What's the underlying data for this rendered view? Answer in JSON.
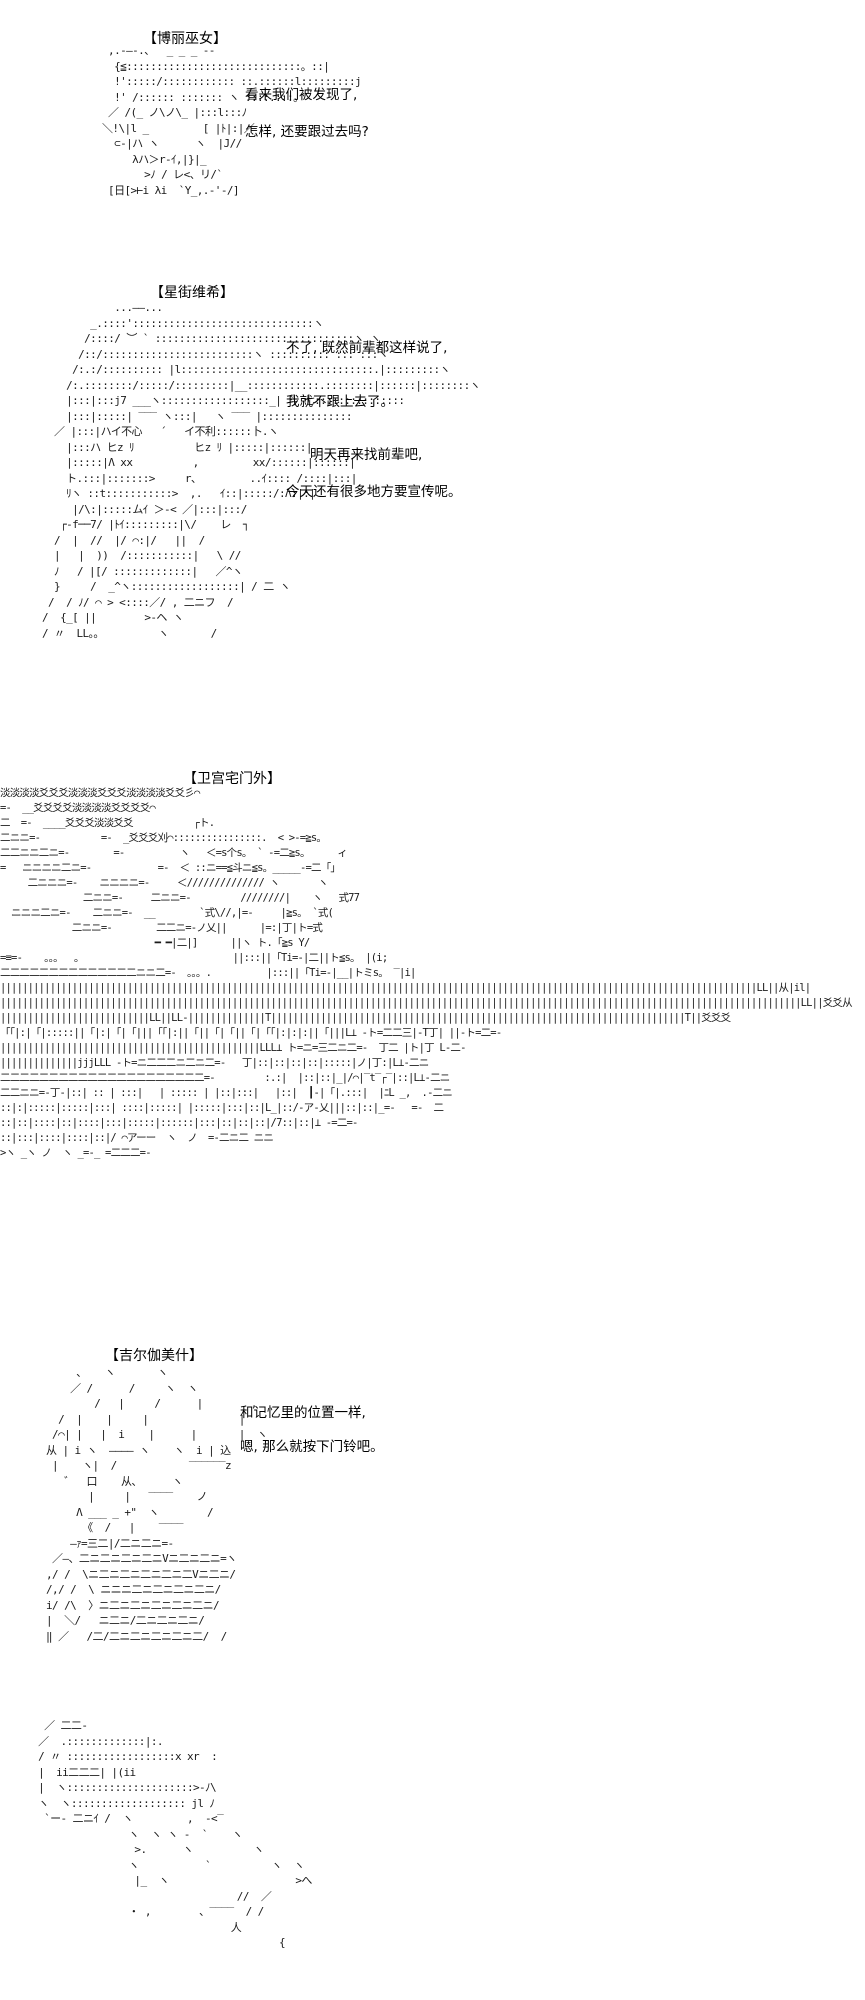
{
  "scene1": {
    "speaker": "【博丽巫女】",
    "lines": [
      "看来我们被发现了,",
      "怎样, 还要跟过去吗?"
    ],
    "art": "  ,.-—-.、  _ _ _ --\n   {≦:::::::::::::::::::::::::::::。::|\n   !':::::/:::::::::::: ::.::::::l:::::::::j\n   !' /:::::: ::::::: ヽ ::::.:::。 \n  ／ /(_ ノ\\ノ\\_ |:::l:::ﾉ\n ＼!\\|l _         [ |ﾄ|:|／\n   ⊂-|ハ ヽ      ヽ  |J//\n      λハ＞r-ｲ,|}|_\n        >ﾉ / レ<、リ/`\n  [日[>⊢i λi  `Y_,.-'-/]"
  },
  "scene2": {
    "speaker": "【星街维希】",
    "lines": [
      "不了, 既然前辈都这样说了,",
      "我就不跟上去了。",
      "明天再来找前辈吧,",
      "今天还有很多地方要宣传呢。"
    ],
    "art": "            ...——...\n        _.::::'::::::::::::::::::::::::::::::ヽ\n       /::::/ ︶ ` :::::::::::::::::::::::::::::::::ヽ ヽ\n      /::/:::::::::::::::::::::::::ヽ :::::::::: ::: :::ヽ\n     /:.:/:::::::::: |l::::::::::::::::::::::::::::::::.|:::::::::ヽ\n    /:.::::::::/:::::/:::::::::|__::::::::::::.::::::::|::::::|::::::::ヽ\n    |:::|:::j7 ___ヽ::::::::::::::::::_| 斗 七:::::::::::::::\n    |:::|:::::| ‾‾‾ ヽ:::|   ヽ ‾‾‾ |:::::::::::::::\n  ／ |:::|ハイ不心   ´   イ不利::::::卜.ヽ\n    |:::ハ ヒz ﾘ          ヒz ﾘ |:::::|::::::|\n    |:::::|Λ xx          ,         xx/::::::|::::::|\n    ト.:::|:::::::>     r、        ..ｲ:::: /::::|:::|\n    ﾘヽ ::t:::::::::::>  ,.   ｲ::|:::::/:Λ:|:|\n     |/\\:|:::::ムｲ ＞-< ／|:::|:::/\n   ┌-f──7/ |ﾄｲ:::::::::|\\/    レ  ┐\n  /  |  //  |/ ⌒:|/   ||  /\n  |   |  ))  /:::::::::::|   \\ //\n  ﾉ   / |[/ :::::::::::::|   ／^ヽ\n  }     /  _^ヽ::::::::::::::::::| / 二 ヽ\n /  / ﾉ/ ⌒ > <::::／/ , 二ニフ  /\n/  {_[ ||        >-ヘ ヽ\n/ 〃  LL。。         ヽ       /"
  },
  "scene3": {
    "title": "【卫宫宅门外】",
    "art": "淡淡淡淡爻爻爻淡淡淡爻爻爻淡淡淡淡爻爻彡⌒\n=-  __爻爻爻爻淡淡淡淡爻爻爻爻⌒\n二  =-  ____爻爻爻淡淡爻爻           ┌ト.\n二ニニ=-           =-  _爻爻爻刈⌒::::::::::::::::.  < >-=≧s。\n二二ニニ二ニ=-        =-          ヽ   ＜=s个s。 ` -=二≧s。     ィ\n=   ニニニニ二ニ=-            =-  ＜ ::ニ==≦斗ニ≦s。_____-=二「」\n     二ニニニ=-    ニニニニ=-     ＜////////////// ヽ       ヽ\n               二ニニ=-     二ニニ=-         ////////|    ヽ   式77\n  ニニニ二ニ=-    二ニニ=-  __        `式\\//,|=-     |≧s。 `式(\n             二ニニ=-        二二ニ=-ノ乂||      |=:|丁|ト=式\n                            ━ ━|二|]      ||ヽ ト.「≧s Y/\n=≡=-    。。。  。                           ||:::||「Ti=-|二||ト≦s。 |(i;\n二二二二二二二二二二二二二二ニニ二=-  。。。.          |:::||「Ti=-|__|トミs。 ‾|i|\n|||||||||||||||||||||||||||||||||||||||||||||||||||||||||||||||||||||||||||||||||||||||||||||||||||||||||||||||||||||||||||||||||||||||||LL||从|il|\n|||||||||||||||||||||||||||||||||||||||||||||||||||||||||||||||||||||||||||||||||||||||||||||||||||||||||||||||||||||||||||||||||||||||||||||||||LL||爻爻从\n|||||||||||||||||||||||||||LL||LL-||||||||||||||T|||||||||||||||||||||||||||||||||||||||||||||||||||||||||||||||||||||||||||T||爻爻爻\n「「|:|「|:::::||「|:|「|「|||「「|:||「||「|「||「|「「|:|:|:||「|||L⊥ -ト=二二三|-T丁| ||-ト=二=-\n|||||||||||||||||||||||||||||||||||||||||||||||LLL⊥ ト=ニ=三二ニ二=-  丁二 |ト|丁 L-二-\n||||||||||||||jjjLLL -ト=ニ二二二ニ二ニ二=-   丁|::|::|::|::|:::::|ノ|丁:|L⊥-二ニ\n二二二二二二二二二二二二二二二二二二二二二=-         :.:|  |::|::|_|/⌒|‾t‾┌‾|::|L⊥-二ニ\n二二ニニ=-丁-|::| :: | :::|   | ::::: | |::|:::|   |::|  ┃-|「|.:::|  |ﾆL _,  .-二ニ\n::|:|:::::|:::::|:::| ::::|:::::| |:::::|:::|::|L_|::/-ア-乂|||::|::|_=-   =-  二\n::|::|::::|::|::::|:::|:::::|::::::|:::|::|::|::|/7::|::|⊥ -=二=-\n::|:::|::::|::::|::|/ ⌒アーー  ヽ  ノ  =-二ニ二 ニニ\n>ヽ _ヽ ノ  ヽ _=-_ =二二二=-"
  },
  "scene4": {
    "speaker": "【吉尔伽美什】",
    "lines": [
      "和记忆里的位置一样,",
      "嗯, 那么就按下门铃吧。"
    ],
    "art": "      、   ヽ       ヽ\n     ／ /      /     ヽ  ヽ\n         /   |     /      |        ,\n   /  |    |     |               |\n  /⌒| |   |  i    |      |       |  ヽ\n 从 | i ヽ  ———— ヽ    ヽ  i | 込\n  |    ヽ|  /            ‾‾‾‾‾‾z\n    ゛  口    从、     ヽ\n        |     |   ‾‾‾‾    ノ\n      Λ ___ _ +\"  ヽ        /\n       《  /   |    ‾‾‾‾\n     —ｧ=三二|/二ニ二ニ=-\n  ／—、二ニ二ニ二ニ二ニVニ二ニ二ニ=ヽ\n ,/ /  \\ニ二ニ二ニ二ニ二ニ二Vニ二ニ/\n /,/ /  \\ ニニニ二ニ二ニ二ニ二ニ/\n i/ /\\  〉ニ二ニ二ニ二ニ二ニ二ニ/\n |  ＼/   ニ二ニ/二ニ二ニ二ニ/\n ‖ ／   /二/二ニ二ニ二ニ二ニ二/  /"
  },
  "scene5": {
    "art": "    ／ 二二-\n   ／  .:::::::::::::|:.\n   / 〃 ::::::::::::::::::x xr  :\n   |  ii二二二| |(ii\n   |  ヽ:::::::::::::::::::::>-ﾉ\\\n   ヽ  ヽ::::::::::::::::::: jl ﾉ\n    `ー- 二ニｲ /  ヽ         ,  -<‾\n                  ヽ  ヽ ヽ -  `    ヽ\n                   >.      ヽ          ヽ\n                  ヽ           `          ヽ  ヽ\n                   |_  ヽ                     >へ\n                                    //  ／\n                  ・ ,        、‾‾‾‾  / /\n                                   人\n                                           {"
  }
}
